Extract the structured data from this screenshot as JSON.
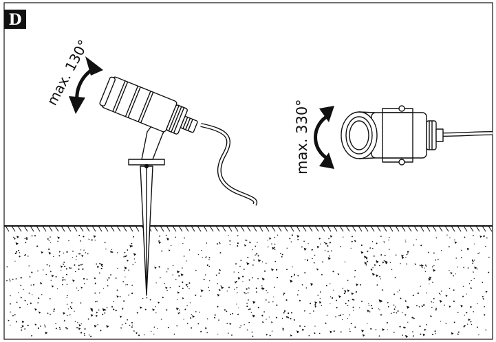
{
  "figure": {
    "panel_label": "D",
    "left_fixture": {
      "rotation_label": "max. 130°",
      "rotation_degrees": 130
    },
    "right_fixture": {
      "rotation_label": "max. 330°",
      "rotation_degrees": 330
    }
  },
  "colors": {
    "line": "#111111",
    "background": "#ffffff",
    "label_box": "#111111",
    "label_text": "#ffffff"
  },
  "icons": [
    "spotlight-on-spike",
    "spotlight-top-view",
    "rotation-arrow",
    "ground-section"
  ]
}
